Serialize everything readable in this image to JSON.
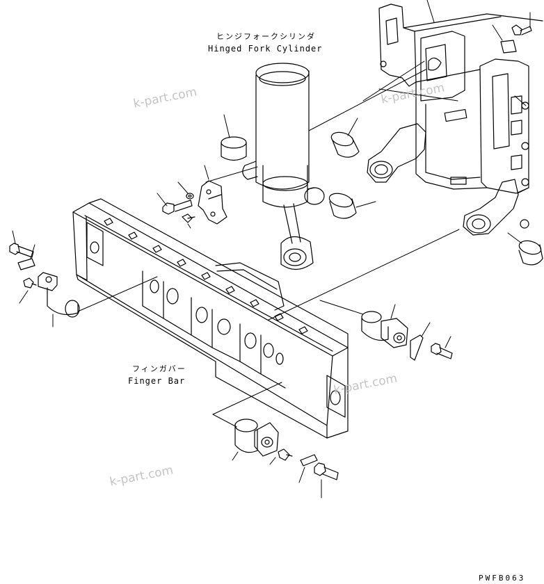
{
  "labels": {
    "cylinder_jp": "ヒンジフォークシリンダ",
    "cylinder_en": "Hinged Fork Cylinder",
    "finger_bar_jp": "フィンガバー",
    "finger_bar_en": "Finger Bar"
  },
  "watermark": "k-part.com",
  "drawing_code": "PWFB063"
}
